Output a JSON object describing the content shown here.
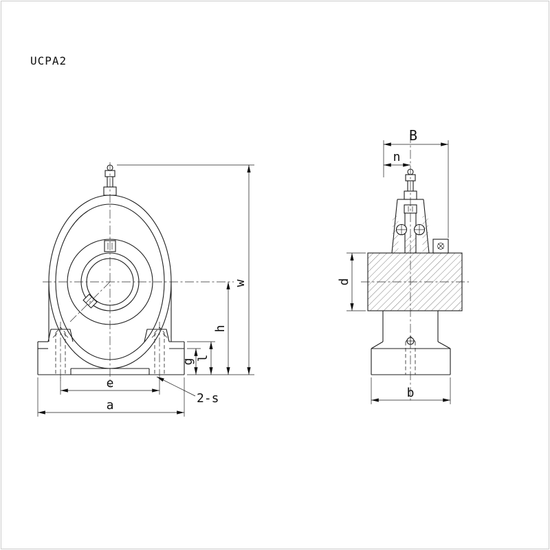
{
  "title": "UCPA2",
  "front_view": {
    "dim_labels": {
      "e": "e",
      "a": "a",
      "w": "w",
      "h": "h",
      "l": "l",
      "g": "g",
      "s": "2-s"
    }
  },
  "side_view": {
    "dim_labels": {
      "B": "B",
      "n": "n",
      "d": "d",
      "b": "b"
    }
  }
}
